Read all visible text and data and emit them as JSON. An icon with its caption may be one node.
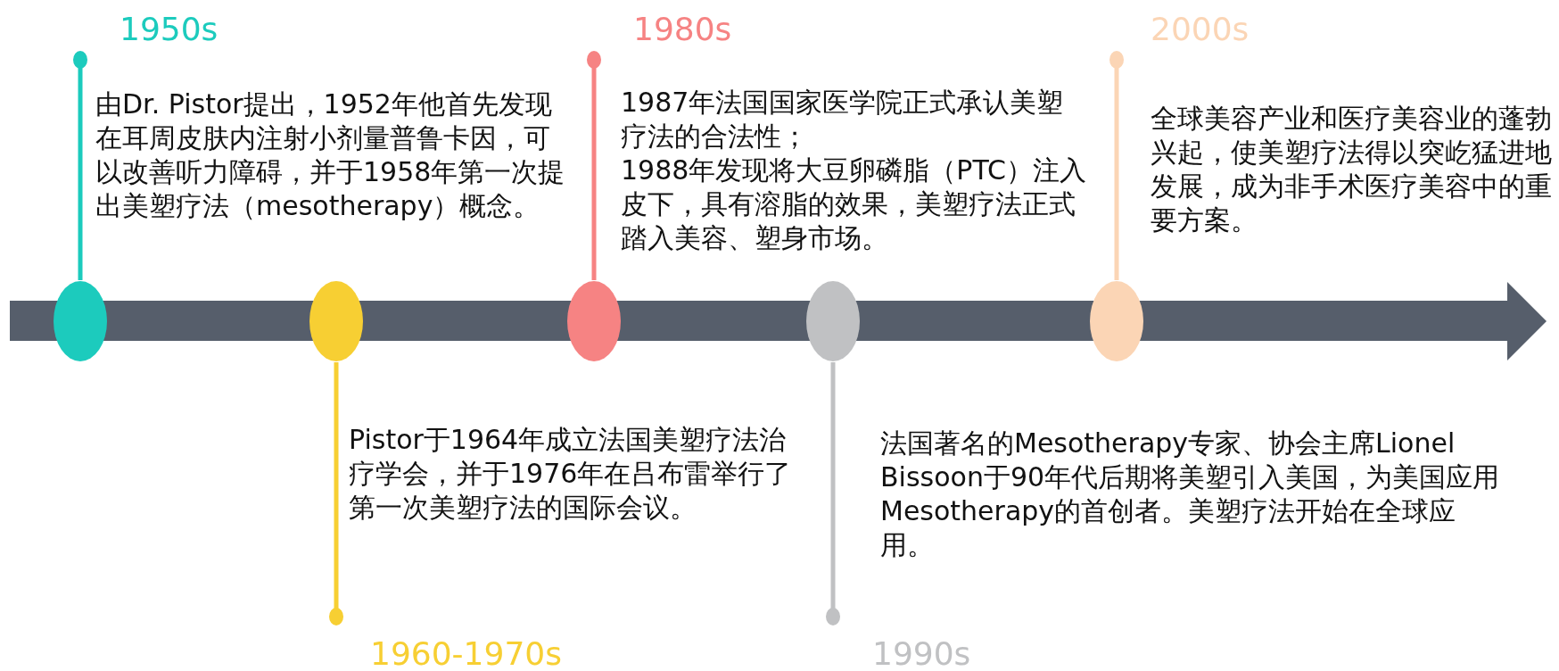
{
  "diagram": {
    "nodes": [
      {
        "text": [],
        "shape": "ellipse",
        "beside": [
          "1950s",
          "由Dr. Pistor提出，1952年他首先发现在耳周皮肤内注射小剂量普鲁卡因，可以改善听力障碍，并于1958年第一次提出美塑疗法（mesotherapy）概念。"
        ]
      },
      {
        "text": [],
        "shape": "ellipse",
        "beside": [
          "1960-1970s",
          "Pistor于1964年成立法国美塑疗法治疗学会，并于1976年在吕布雷举行了第一次美塑疗法的国际会议。"
        ]
      },
      {
        "text": [],
        "shape": "ellipse",
        "beside": [
          "1980s",
          "1987年法国国家医学院正式承认美塑疗法的合法性；",
          "1988年发现将大豆卵磷脂（PTC）注入皮下，具有溶脂的效果，美塑疗法正式踏入美容、塑身市场。"
        ]
      },
      {
        "text": [],
        "shape": "ellipse",
        "beside": [
          "1990s",
          "法国著名的Mesotherapy专家、协会主席Lionel Bissoon于90年代后期将美塑引入美国，为美国应用Mesotherapy的首创者。美塑疗法开始在全球应用。"
        ]
      },
      {
        "text": [],
        "shape": "ellipse",
        "beside": [
          "2000s",
          "全球美容产业和医疗美容业的蓬勃兴起，使美塑疗法得以突屹猛进地发展，成为非手术医疗美容中的重要方案。"
        ]
      }
    ]
  }
}
